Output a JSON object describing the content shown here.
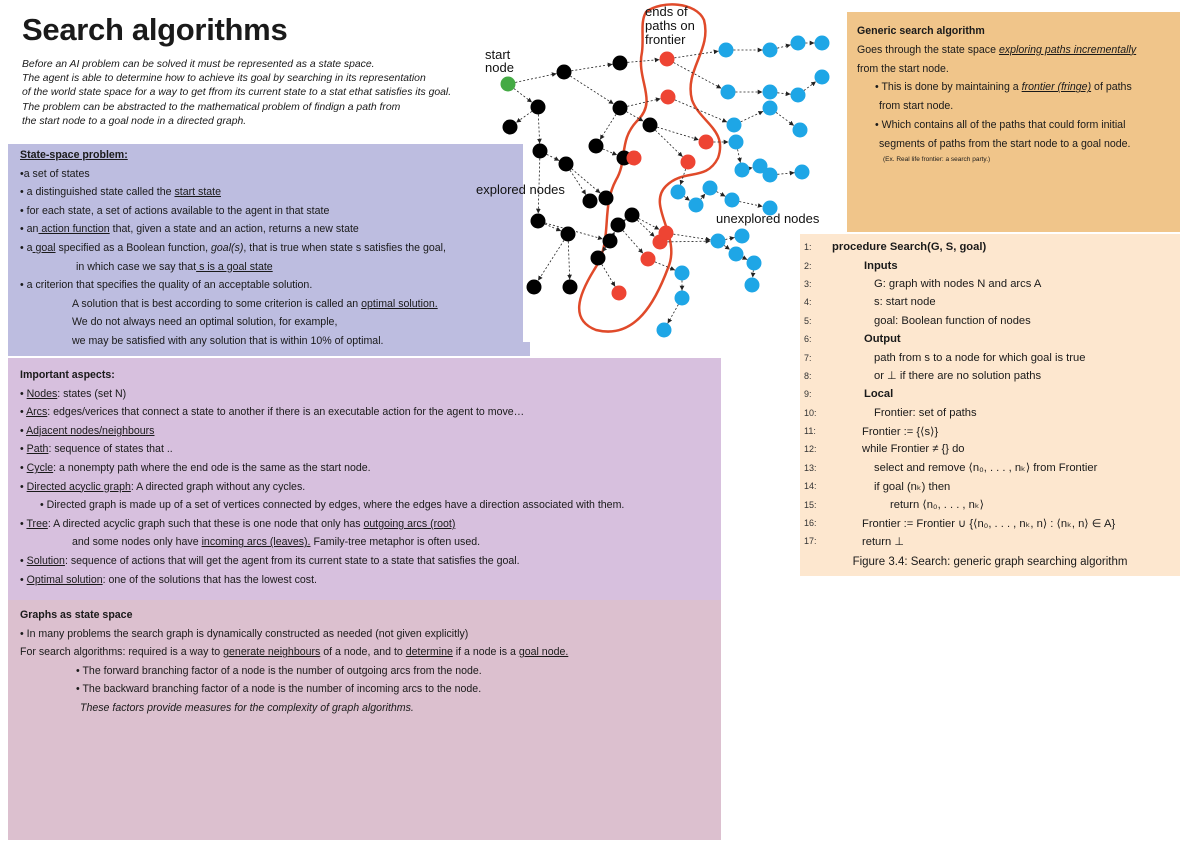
{
  "title": "Search algorithms",
  "intro": [
    "Before an AI problem can be solved it must be represented as a state space.",
    "The agent is able to determine how to achieve its goal by searching in its representation",
    "of the world state space for a way to get ffrom its current state to a stat ethat satisfies its goal.",
    "The problem can be abstracted to the mathematical problem of findign a path from",
    "the start node to a goal node in a directed graph."
  ],
  "state_space": {
    "heading": "State-space problem:",
    "l1": "•a set of states",
    "l2a": "• a distinguished state called the ",
    "l2b": "start state",
    "l3": "• for each state, a set of actions available to the agent in that state",
    "l4a": "• an",
    "l4b": " action function",
    "l4c": " that, given a state and an action, returns a new state",
    "l5a": "• a",
    "l5b": " goal",
    "l5c": " specified as a Boolean function, ",
    "l5d": "goal(s)",
    "l5e": ", that is true when state s satisfies the goal,",
    "l6a": "in which case we say that",
    "l6b": " s is a goal state",
    "l7": "• a criterion that specifies the quality of an acceptable solution.",
    "l8a": "A solution that is best according to some criterion is called an ",
    "l8b": "optimal solution. ",
    "l9": "We do not always need an optimal solution, for example,",
    "l10": "we may be satisfied with any solution that is within 10% of optimal."
  },
  "important": {
    "heading": "Important aspects:",
    "nodes_a": "• ",
    "nodes_b": "Nodes",
    "nodes_c": ": states (set N)",
    "arcs_a": "• ",
    "arcs_b": "Arcs",
    "arcs_c": ": edges/verices that connect a state to another if there is an executable action for the agent to move…",
    "adj_a": "• ",
    "adj_b": "Adjacent nodes/neighbours",
    "path_a": "• ",
    "path_b": "Path",
    "path_c": ": sequence of states that ..",
    "cycle_a": "• ",
    "cycle_b": "Cycle",
    "cycle_c": ": a nonempty path where  the end ode is the same as the start node.",
    "dag_a": "• ",
    "dag_b": "Directed acyclic graph",
    "dag_c": ": A directed graph without any cycles.",
    "dag_sub": "• Directed graph is made up of a set of vertices connected by edges, where the edges have a direction associated with them.",
    "tree_a": "• ",
    "tree_b": "Tree",
    "tree_c": ": A directed acyclic graph such that these is one node that only has ",
    "tree_d": "outgoing arcs (root)",
    "tree2_a": "and some nodes only have ",
    "tree2_b": "incoming arcs (leaves).",
    "tree2_c": " Family-tree metaphor is often used.",
    "sol_a": "• ",
    "sol_b": "Solution",
    "sol_c": ": sequence of actions that will get the agent from its current state to a state that satisfies the goal.",
    "opt_a": "• ",
    "opt_b": "Optimal solution",
    "opt_c": ": one of the solutions that has the lowest cost."
  },
  "graphs_state": {
    "heading": "Graphs as state space",
    "l1": "• In many problems the search graph is dynamically constructed as needed (not given explicitly)",
    "l2a": "For search algorithms: required is a way to ",
    "l2b": "generate neighbours",
    "l2c": " of a node, and to ",
    "l2d": "determine",
    "l2e": " if a node is a ",
    "l2f": "goal node. ",
    "l3": "• The forward branching factor of a node is the number of outgoing arcs from the node.",
    "l4": "• The backward branching factor of a node is the number of incoming arcs to the node.",
    "l5": "These factors provide measures for the complexity of graph algorithms."
  },
  "generic": {
    "heading": "Generic search algorithm",
    "l1a": "Goes through the state space ",
    "l1b": "exploring paths incrementally",
    "l2": "from the start node.",
    "l3a": "• This is done by maintaining a ",
    "l3b": "frontier (fringe)",
    "l3c": " of paths",
    "l4": "from start node.",
    "l5": "• Which contains all of the paths that could form initial",
    "l6": "segments of paths  from the start node to a goal node.",
    "note": "(Ex. Real life frontier: a search party.)"
  },
  "algorithm": {
    "lines": [
      {
        "n": "1:",
        "t": "procedure Search(G, S, goal)"
      },
      {
        "n": "2:",
        "t": "Inputs"
      },
      {
        "n": "3:",
        "t": "G: graph with nodes N and arcs A"
      },
      {
        "n": "4:",
        "t": "s: start node"
      },
      {
        "n": "5:",
        "t": "goal: Boolean function of nodes"
      },
      {
        "n": "6:",
        "t": "Output"
      },
      {
        "n": "7:",
        "t": "path from s to a node for which goal is true"
      },
      {
        "n": "8:",
        "t": "or ⊥ if there are no solution paths"
      },
      {
        "n": "9:",
        "t": "Local"
      },
      {
        "n": "10:",
        "t": "Frontier: set of paths"
      },
      {
        "n": "11:",
        "t": "Frontier := {⟨s⟩}"
      },
      {
        "n": "12:",
        "t": "while Frontier ≠ {} do"
      },
      {
        "n": "13:",
        "t": "select and remove ⟨n₀, . . . , nₖ⟩ from Frontier"
      },
      {
        "n": "14:",
        "t": "if goal (nₖ) then"
      },
      {
        "n": "15:",
        "t": "return ⟨n₀, . . . , nₖ⟩"
      },
      {
        "n": "16:",
        "t": "Frontier := Frontier ∪ {⟨n₀, . . . , nₖ, n⟩ : ⟨nₖ, n⟩ ∈ A}"
      },
      {
        "n": "17:",
        "t": "return ⊥"
      }
    ],
    "caption": "Figure 3.4: Search: generic graph searching algorithm"
  },
  "graph": {
    "start_label_1": "start",
    "start_label_2": "node",
    "frontier_label_1": "ends of",
    "frontier_label_2": "paths on",
    "frontier_label_3": "frontier",
    "explored_label": "explored nodes",
    "unexplored_label": "unexplored nodes",
    "colors": {
      "start": "#44aa44",
      "explored": "#000000",
      "frontier": "#ee4433",
      "unexplored": "#1ea6e6",
      "outline": "#e04a2a"
    }
  }
}
